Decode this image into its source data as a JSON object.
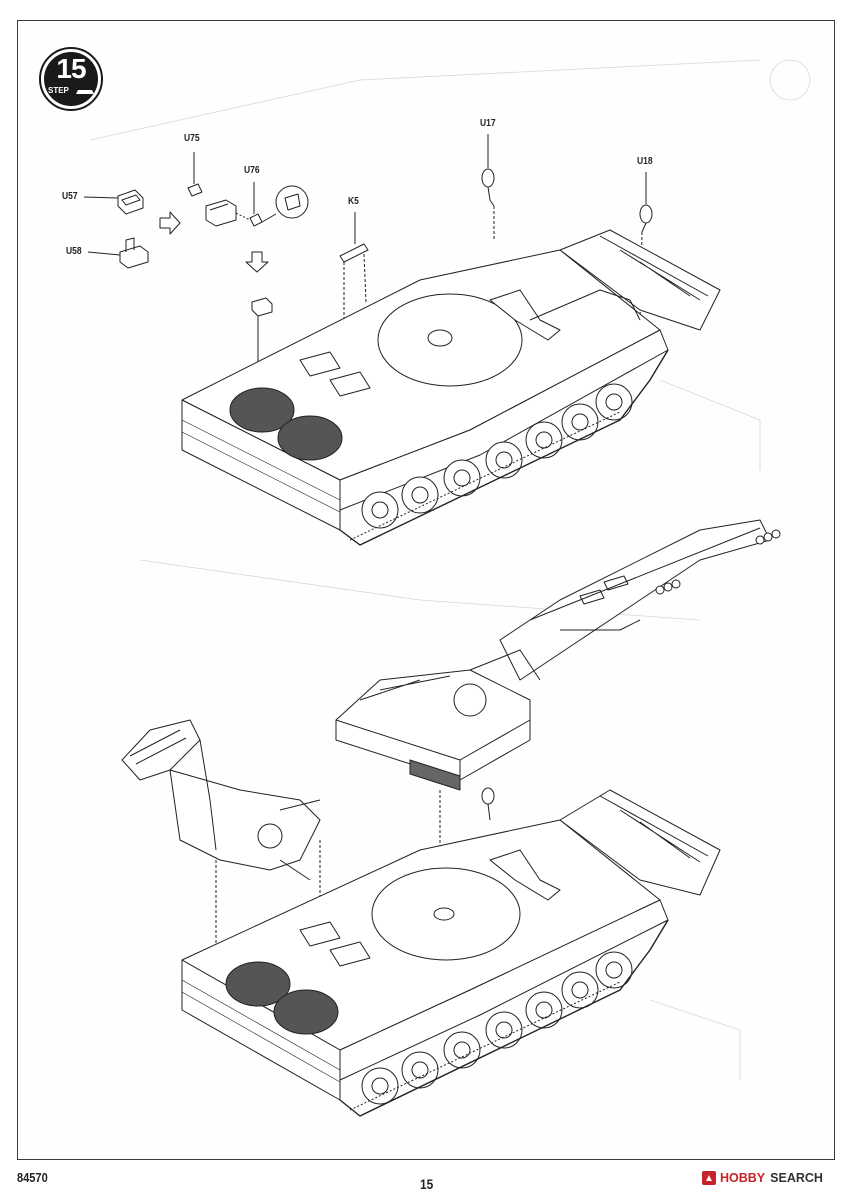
{
  "step": {
    "number": "15",
    "word": "STEP"
  },
  "parts": [
    {
      "id": "u75",
      "label": "U75"
    },
    {
      "id": "u76",
      "label": "U76"
    },
    {
      "id": "u57",
      "label": "U57"
    },
    {
      "id": "u58",
      "label": "U58"
    },
    {
      "id": "k5",
      "label": "K5"
    },
    {
      "id": "u17",
      "label": "U17"
    },
    {
      "id": "u18",
      "label": "U18"
    }
  ],
  "footer": {
    "kit_number": "84570",
    "page": "15"
  },
  "watermark": {
    "brand": "HOBBY",
    "suffix": "SEARCH",
    "color": "#c9232a"
  }
}
